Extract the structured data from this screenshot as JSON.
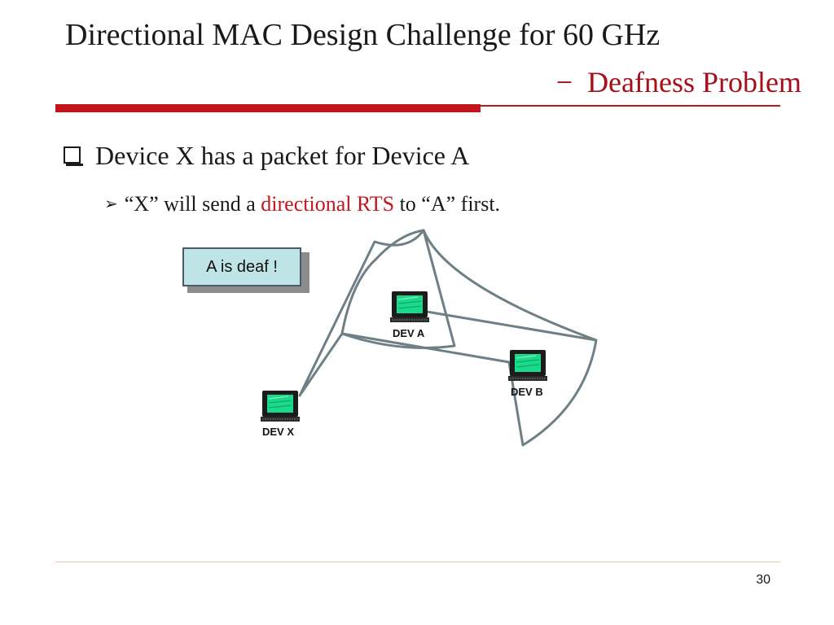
{
  "slide": {
    "title": "Directional MAC Design Challenge for 60 GHz",
    "subtitle_dash": "−",
    "subtitle": "Deafness Problem",
    "bullets": {
      "level1": "Device X has a packet for Device A",
      "level2_before": "“X” will send a ",
      "level2_highlight": "directional RTS",
      "level2_after": " to “A” first."
    },
    "page_number": "30"
  },
  "diagram": {
    "callout": "A is deaf !",
    "devices": {
      "dev_a": "DEV A",
      "dev_b": "DEV B",
      "dev_x": "DEV X"
    }
  },
  "colors": {
    "accent_red": "#c3161c",
    "subtitle_red": "#a50f1b",
    "callout_fill": "#bfe4e6",
    "screen_green": "#19d98a"
  },
  "icons": {
    "bullet1": "square-checkbox-icon",
    "bullet2": "arrowhead-icon",
    "devices": "computer-monitor-icon"
  }
}
